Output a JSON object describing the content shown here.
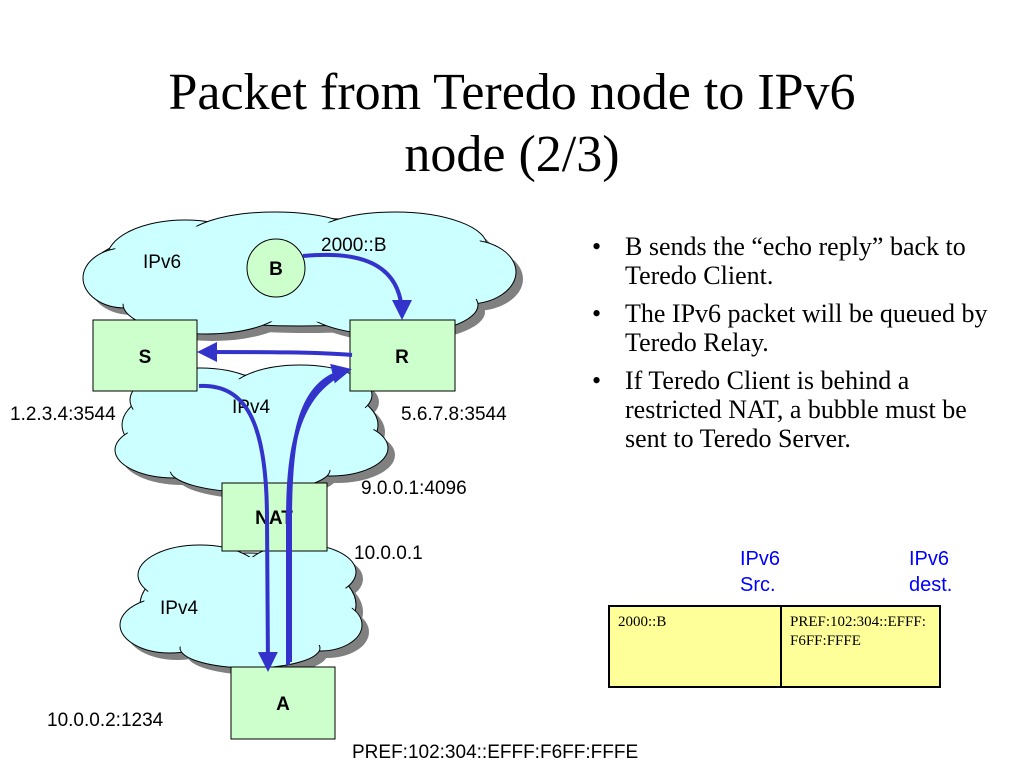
{
  "slide": {
    "title_line1": "Packet from Teredo node to IPv6",
    "title_line2": "node (2/3)"
  },
  "diagram": {
    "nodes": {
      "B": "B",
      "S": "S",
      "R": "R",
      "NAT": "NAT",
      "A": "A"
    },
    "networks": {
      "top": "IPv6",
      "middle": "IPv4",
      "bottom": "IPv4"
    },
    "addresses": {
      "b_addr": "2000::B",
      "s_addr": "1.2.3.4:3544",
      "r_addr": "5.6.7.8:3544",
      "nat_outer": "9.0.0.1:4096",
      "nat_inner": "10.0.0.1",
      "a_addr": "10.0.0.2:1234",
      "a_ipv6": "PREF:102:304::EFFF:F6FF:FFFE"
    },
    "colors": {
      "cloud_fill": "#ccffff",
      "cloud_shadow": "#808080",
      "node_fill": "#ccffcc",
      "arrow": "#3333cc"
    }
  },
  "bullets": [
    "B sends the “echo reply” back to Teredo Client.",
    "The IPv6 packet will be queued by Teredo Relay.",
    "If Teredo Client is behind a restricted NAT, a bubble must be sent to Teredo Server."
  ],
  "packet": {
    "src_header_line1": "IPv6",
    "src_header_line2": "Src.",
    "dest_header_line1": "IPv6",
    "dest_header_line2": "dest.",
    "src_value": "2000::B",
    "dest_value": "PREF:102:304::EFFF:F6FF:FFFE",
    "header_color": "#0000ff",
    "cell_fill": "#ffff99"
  }
}
